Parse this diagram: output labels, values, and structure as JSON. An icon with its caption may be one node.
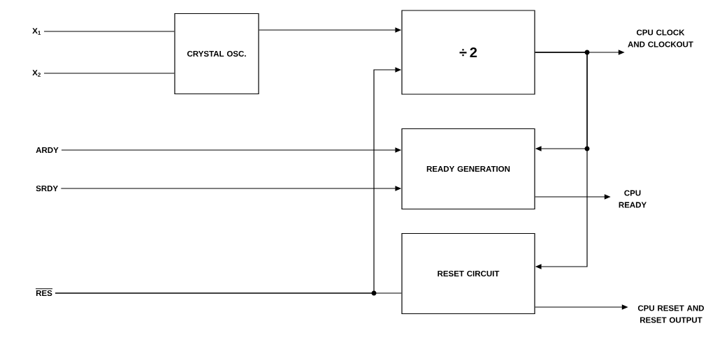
{
  "diagram": {
    "nodes": [
      {
        "text": [
          "X$_{1}$"
        ]
      },
      {
        "text": [
          "X$_{2}$"
        ]
      },
      {
        "text": [
          "CRYSTAL OSC."
        ]
      },
      {
        "text": [
          "÷ 2"
        ]
      },
      {
        "text": [
          "ARDY"
        ]
      },
      {
        "text": [
          "SRDY"
        ]
      },
      {
        "text": [
          "READY GENERATION"
        ]
      },
      {
        "text": [
          "CPU CLOCK AND CLOCKOUT"
        ]
      },
      {
        "text": [
          "CPU READY"
        ]
      },
      {
        "text": [
          "RES"
        ]
      },
      {
        "text": [
          "RESET CIRCUIT"
        ]
      },
      {
        "text": [
          "CPU RESET AND RESET OUTPUT"
        ]
      }
    ],
    "edges": [
      {
        "from": 0,
        "to": 2,
        "arrow": "none"
      },
      {
        "from": 1,
        "to": 2,
        "arrow": "none"
      },
      {
        "from": 2,
        "to": 3,
        "arrow": "to"
      },
      {
        "from": 3,
        "to": 7,
        "arrow": "to"
      },
      {
        "from": 3,
        "to": 6,
        "arrow": "to"
      },
      {
        "from": 3,
        "to": 10,
        "arrow": "to"
      },
      {
        "from": 4,
        "to": 6,
        "arrow": "to"
      },
      {
        "from": 5,
        "to": 6,
        "arrow": "to"
      },
      {
        "from": 6,
        "to": 8,
        "arrow": "to"
      },
      {
        "from": 9,
        "to": 10,
        "arrow": "none"
      },
      {
        "from": 9,
        "to": 3,
        "arrow": "to"
      },
      {
        "from": 10,
        "to": 11,
        "arrow": "to"
      }
    ]
  }
}
